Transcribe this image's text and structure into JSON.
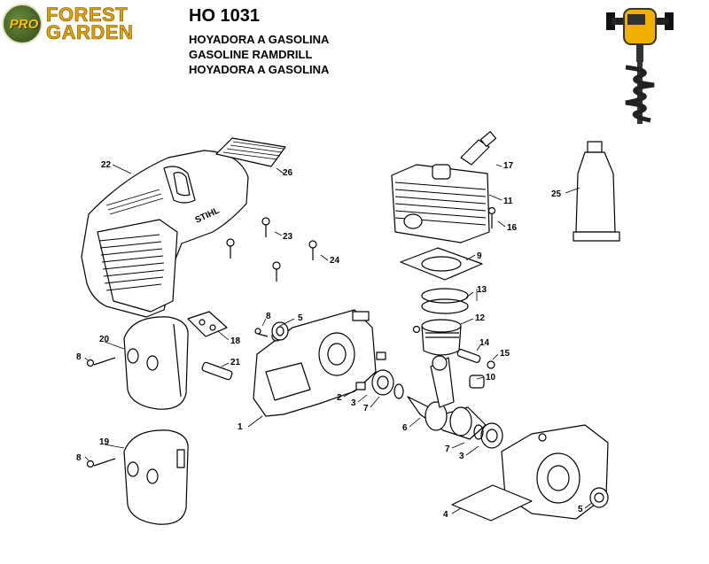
{
  "logo": {
    "badge": "PRO",
    "line1": "FOREST",
    "line2": "GARDEN"
  },
  "header": {
    "model": "HO 1031",
    "subtitles": [
      "HOYADORA A GASOLINA",
      "GASOLINE RAMDRILL",
      "HOYADORA A GASOLINA"
    ]
  },
  "parts": {
    "p1": "1",
    "p2": "2",
    "p3a": "3",
    "p3b": "3",
    "p4": "4",
    "p5a": "5",
    "p5b": "5",
    "p6": "6",
    "p7a": "7",
    "p7b": "7",
    "p8a": "8",
    "p8b": "8",
    "p8c": "8",
    "p9": "9",
    "p10": "10",
    "p11": "11",
    "p12": "12",
    "p13": "13",
    "p14": "14",
    "p15": "15",
    "p16": "16",
    "p17": "17",
    "p18": "18",
    "p19": "19",
    "p20": "20",
    "p21": "21",
    "p22": "22",
    "p23": "23",
    "p24": "24",
    "p25": "25",
    "p26": "26"
  },
  "shroud_brand": "STIHL"
}
